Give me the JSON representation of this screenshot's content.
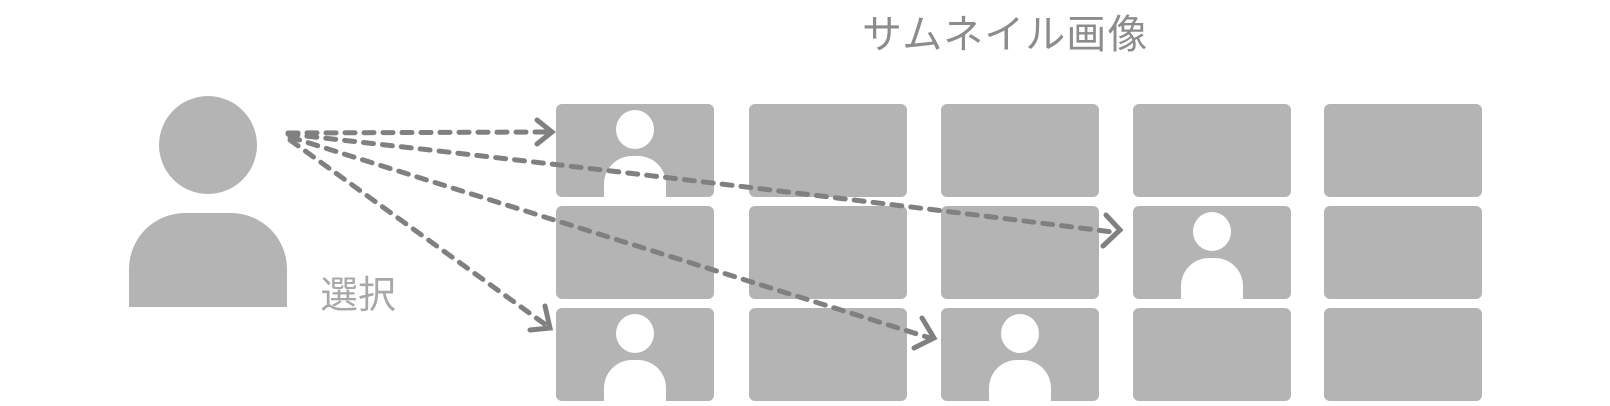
{
  "diagram": {
    "title": "サムネイル画像",
    "select_label": "選択",
    "colors": {
      "shape": "#b4b4b4",
      "arrow": "#808080",
      "text": "#8c8c8c",
      "background": "#ffffff"
    },
    "user": {
      "icon": "person-icon"
    },
    "grid": {
      "rows": 3,
      "cols": 5,
      "selected_tiles": [
        {
          "row": 1,
          "col": 1
        },
        {
          "row": 2,
          "col": 4
        },
        {
          "row": 3,
          "col": 1
        },
        {
          "row": 3,
          "col": 3
        }
      ]
    },
    "arrows": [
      {
        "from": "user",
        "to": "tile-r1-c1"
      },
      {
        "from": "user",
        "to": "tile-r2-c4"
      },
      {
        "from": "user",
        "to": "tile-r3-c3"
      },
      {
        "from": "user",
        "to": "tile-r3-c1"
      }
    ]
  }
}
